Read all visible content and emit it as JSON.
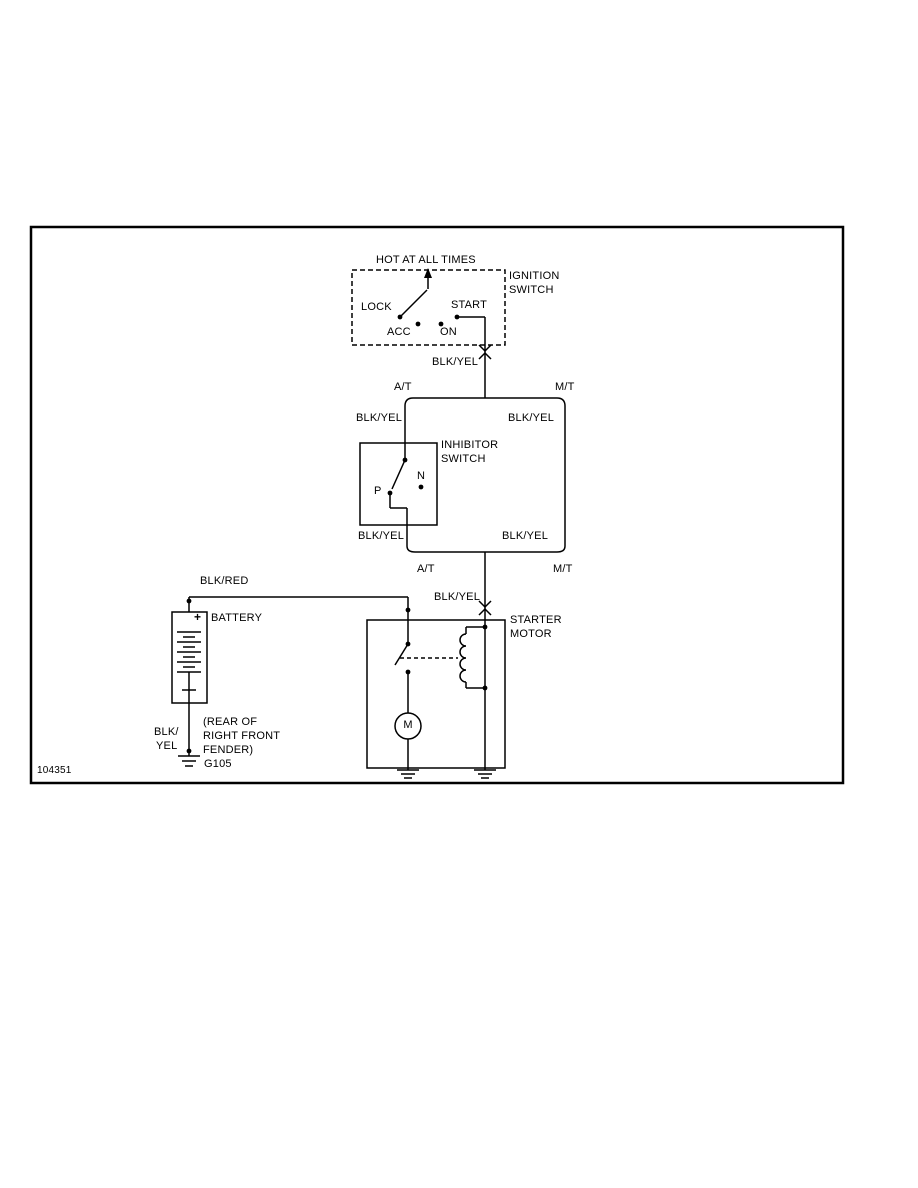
{
  "diagram": {
    "figure_number": "104351",
    "power_source": "HOT AT ALL TIMES",
    "ignition_switch": {
      "name_line1": "IGNITION",
      "name_line2": "SWITCH",
      "pos_lock": "LOCK",
      "pos_acc": "ACC",
      "pos_on": "ON",
      "pos_start": "START"
    },
    "transmission": {
      "at": "A/T",
      "mt": "M/T"
    },
    "wire_colors": {
      "blk_yel": "BLK/YEL",
      "blk_red": "BLK/RED",
      "blk": "BLK/",
      "yel": "YEL"
    },
    "inhibitor_switch": {
      "name_line1": "INHIBITOR",
      "name_line2": "SWITCH",
      "pos_p": "P",
      "pos_n": "N"
    },
    "starter_motor": {
      "name_line1": "STARTER",
      "name_line2": "MOTOR",
      "motor_symbol": "M"
    },
    "battery": {
      "label": "BATTERY",
      "plus": "+"
    },
    "ground": {
      "id": "G105",
      "location_line1": "(REAR OF",
      "location_line2": "RIGHT FRONT",
      "location_line3": "FENDER)"
    }
  }
}
